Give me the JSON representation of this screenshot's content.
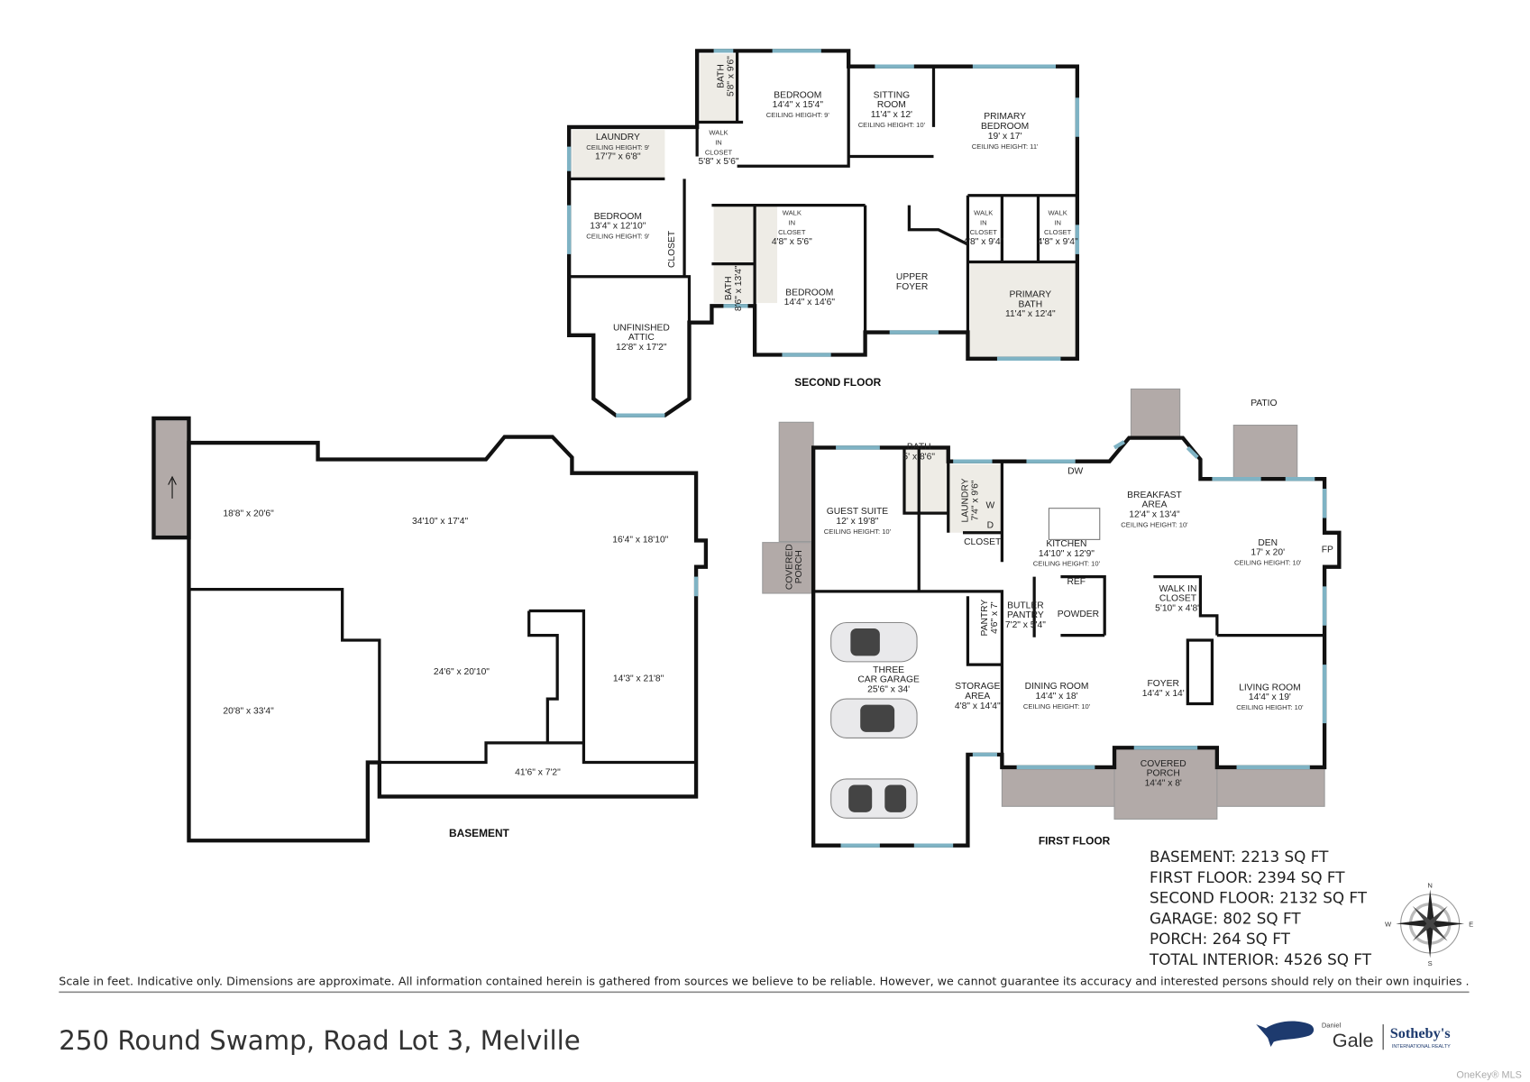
{
  "second_floor": {
    "title": "SECOND FLOOR",
    "rooms": [
      {
        "lines": [
          "BATH",
          "5'8\" x 9'6\""
        ]
      },
      {
        "lines": [
          "BEDROOM",
          "14'4\" x 15'4\"",
          "CEILING HEIGHT: 9'"
        ]
      },
      {
        "lines": [
          "SITTING",
          "ROOM",
          "11'4\" x 12'",
          "CEILING HEIGHT: 10'"
        ]
      },
      {
        "lines": [
          "PRIMARY",
          "BEDROOM",
          "19' x 17'",
          "CEILING HEIGHT: 11'"
        ]
      },
      {
        "lines": [
          "LAUNDRY",
          "CEILING HEIGHT: 9'",
          "17'7\" x 6'8\""
        ]
      },
      {
        "lines": [
          "WALK",
          "IN",
          "CLOSET",
          "5'8\" x 5'6\""
        ]
      },
      {
        "lines": [
          "BEDROOM",
          "13'4\" x 12'10\"",
          "CEILING HEIGHT: 9'"
        ]
      },
      {
        "lines": [
          "CLOSET"
        ]
      },
      {
        "lines": [
          "WALK",
          "IN",
          "CLOSET",
          "4'8\" x 5'6\""
        ]
      },
      {
        "lines": [
          "BATH",
          "8'6\" x 13'4\""
        ]
      },
      {
        "lines": [
          "BEDROOM",
          "14'4\" x 14'6\""
        ]
      },
      {
        "lines": [
          "UPPER",
          "FOYER"
        ]
      },
      {
        "lines": [
          "WALK",
          "IN",
          "CLOSET",
          "4'8\" x 9'4\""
        ]
      },
      {
        "lines": [
          "WALK",
          "IN",
          "CLOSET",
          "4'8\" x 9'4\""
        ]
      },
      {
        "lines": [
          "PRIMARY",
          "BATH",
          "11'4\" x 12'4\""
        ]
      },
      {
        "lines": [
          "UNFINISHED",
          "ATTIC",
          "12'8\" x 17'2\""
        ]
      }
    ]
  },
  "first_floor": {
    "title": "FIRST FLOOR",
    "rooms": [
      {
        "lines": [
          "GUEST SUITE",
          "12' x 19'8\"",
          "CEILING HEIGHT: 10'"
        ]
      },
      {
        "lines": [
          "BATH",
          "5' x 8'6\""
        ]
      },
      {
        "lines": [
          "LAUNDRY",
          "7'4\" x 9'6\""
        ]
      },
      {
        "lines": [
          "CLOSET"
        ]
      },
      {
        "lines": [
          "KITCHEN",
          "14'10\" x 12'9\"",
          "CEILING HEIGHT: 10'"
        ]
      },
      {
        "lines": [
          "BREAKFAST",
          "AREA",
          "12'4\" x 13'4\"",
          "CEILING HEIGHT: 10'"
        ]
      },
      {
        "lines": [
          "DEN",
          "17' x 20'",
          "CEILING HEIGHT: 10'"
        ]
      },
      {
        "lines": [
          "FP"
        ]
      },
      {
        "lines": [
          "DW"
        ]
      },
      {
        "lines": [
          "REF"
        ]
      },
      {
        "lines": [
          "POWDER"
        ]
      },
      {
        "lines": [
          "BUTLER",
          "PANTRY",
          "7'2\" x 5'4\""
        ]
      },
      {
        "lines": [
          "PANTRY",
          "4'6\" x 7'"
        ]
      },
      {
        "lines": [
          "WALK IN",
          "CLOSET",
          "5'10\" x 4'8\""
        ]
      },
      {
        "lines": [
          "COVERED",
          "PORCH"
        ]
      },
      {
        "lines": [
          "THREE",
          "CAR GARAGE",
          "25'6\" x 34'"
        ]
      },
      {
        "lines": [
          "STORAGE",
          "AREA",
          "4'8\" x 14'4\""
        ]
      },
      {
        "lines": [
          "DINING ROOM",
          "14'4\" x 18'",
          "CEILING HEIGHT: 10'"
        ]
      },
      {
        "lines": [
          "FOYER",
          "14'4\" x 14'"
        ]
      },
      {
        "lines": [
          "LIVING ROOM",
          "14'4\" x 19'",
          "CEILING HEIGHT: 10'"
        ]
      },
      {
        "lines": [
          "COVERED",
          "PORCH",
          "14'4\" x 8'"
        ]
      },
      {
        "lines": [
          "PATIO"
        ]
      },
      {
        "lines": [
          "W"
        ]
      },
      {
        "lines": [
          "D"
        ]
      }
    ]
  },
  "basement": {
    "title": "BASEMENT",
    "rooms": [
      {
        "lines": [
          "18'8\" x 20'6\""
        ]
      },
      {
        "lines": [
          "34'10\" x 17'4\""
        ]
      },
      {
        "lines": [
          "16'4\" x 18'10\""
        ]
      },
      {
        "lines": [
          "24'6\" x 20'10\""
        ]
      },
      {
        "lines": [
          "14'3\" x 21'8\""
        ]
      },
      {
        "lines": [
          "20'8\" x 33'4\""
        ]
      },
      {
        "lines": [
          "41'6\" x 7'2\""
        ]
      }
    ]
  },
  "summary": [
    "BASEMENT: 2213 SQ FT",
    "FIRST FLOOR: 2394 SQ FT",
    "SECOND FLOOR: 2132 SQ FT",
    "GARAGE: 802 SQ FT",
    "PORCH: 264 SQ FT",
    "TOTAL INTERIOR: 4526 SQ FT"
  ],
  "compass": {
    "n": "N",
    "s": "S",
    "e": "E",
    "w": "W"
  },
  "disclaimer": "Scale in feet. Indicative only. Dimensions are approximate. All information contained herein is gathered from sources we believe to be reliable. However, we cannot guarantee its accuracy and interested persons should rely on their own inquiries .",
  "address": "250 Round Swamp, Road Lot 3, Melville",
  "brand": {
    "daniel": "Daniel",
    "gale": "Gale",
    "sothebys": "Sotheby's",
    "intl": "INTERNATIONAL REALTY",
    "color": "#1d3a6e"
  },
  "watermark": "OneKey® MLS",
  "colors": {
    "wall": "#111111",
    "window": "#7fb3c4",
    "porch": "#b2aaa8"
  }
}
